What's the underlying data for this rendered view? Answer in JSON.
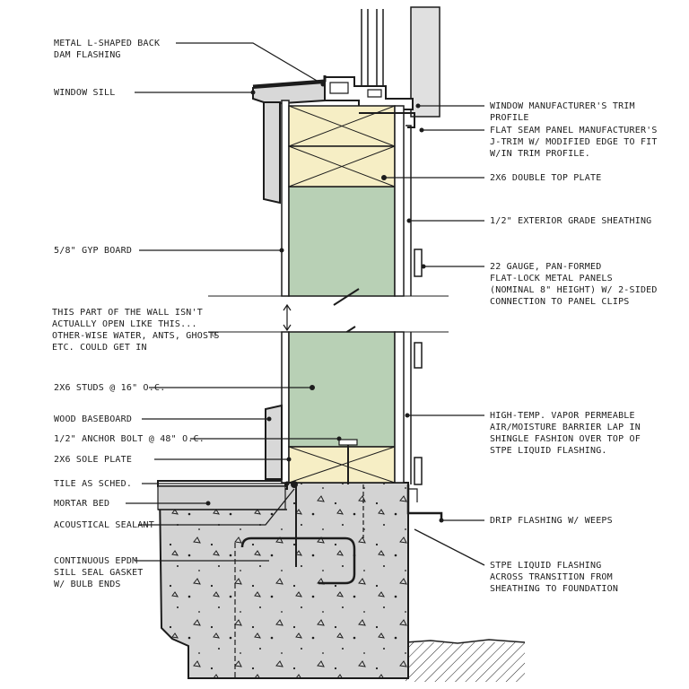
{
  "colors": {
    "ink": "#1c1c1c",
    "stud_cavity_green": "#b8d0b5",
    "framing_wood": "#f6eec5",
    "concrete": "#d3d3d3",
    "window_glass": "#e0e0e0",
    "trim_wood": "#d8d8d8"
  },
  "callouts_left": {
    "back_dam_flashing": "Metal L-shaped back\ndam flashing",
    "window_sill": "Window sill",
    "gyp_board": "5/8\" gyp board",
    "wall_note": "This part of the wall isn't\nactually open like this...\nother-wise water, ants, ghosts\netc. could get in",
    "studs": "2x6 studs @ 16\" o.c.",
    "baseboard": "Wood baseboard",
    "anchor_bolt": "1/2\" anchor bolt @ 48\" o.c.",
    "sole_plate": "2x6 sole plate",
    "tile": "Tile as sched.",
    "mortar_bed": "Mortar bed",
    "acoustical_sealant": "Acoustical sealant",
    "sill_gasket": "Continuous EPDM\nsill seal gasket\nw/ bulb ends"
  },
  "callouts_right": {
    "trim_profile": "Window manufacturer's trim\nprofile",
    "j_trim": "Flat seam panel manufacturer's\nJ-trim w/ modified edge to fit\nw/in trim profile.",
    "top_plate": "2x6 double top plate",
    "sheathing": "1/2\" exterior grade sheathing",
    "metal_panels": "22 gauge, pan-formed\nflat-lock metal panels\n(nominal 8\" height) w/ 2-sided\nconnection to panel clips",
    "air_barrier": "High-temp. vapor permeable\nair/moisture barrier lap in\nshingle fashion over top of\nSTPE liquid flashing.",
    "drip_flashing": "Drip flashing w/ weeps",
    "liquid_flashing": "STPE liquid flashing\nacross transition from\nsheathing to foundation"
  },
  "ghost_glyph": "☺"
}
